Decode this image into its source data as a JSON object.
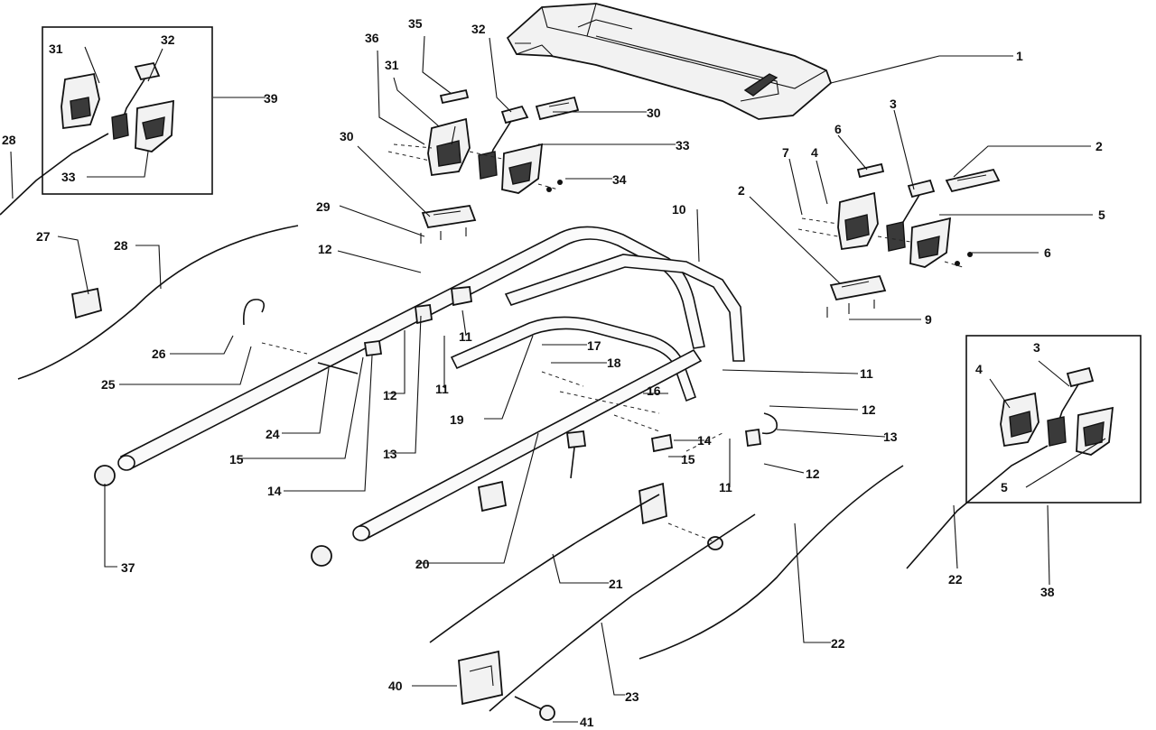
{
  "labels": {
    "n1": "1",
    "n2a": "2",
    "n2b": "2",
    "n3a": "3",
    "n3b": "3",
    "n4a": "4",
    "n4b": "4",
    "n5a": "5",
    "n5b": "5",
    "n6a": "6",
    "n6b": "6",
    "n7": "7",
    "n9": "9",
    "n10": "10",
    "n11a": "11",
    "n11b": "11",
    "n11c": "11",
    "n11d": "11",
    "n12a": "12",
    "n12b": "12",
    "n12c": "12",
    "n12d": "12",
    "n13a": "13",
    "n13b": "13",
    "n14a": "14",
    "n14b": "14",
    "n15a": "15",
    "n15b": "15",
    "n16": "16",
    "n17": "17",
    "n18": "18",
    "n19": "19",
    "n20": "20",
    "n21": "21",
    "n22a": "22",
    "n22b": "22",
    "n23": "23",
    "n24": "24",
    "n25": "25",
    "n26": "26",
    "n27": "27",
    "n28a": "28",
    "n28b": "28",
    "n29": "29",
    "n30a": "30",
    "n30b": "30",
    "n31a": "31",
    "n31b": "31",
    "n32a": "32",
    "n32b": "32",
    "n33a": "33",
    "n33b": "33",
    "n34": "34",
    "n35": "35",
    "n36": "36",
    "n37": "37",
    "n38": "38",
    "n39": "39",
    "n40": "40",
    "n41": "41"
  }
}
